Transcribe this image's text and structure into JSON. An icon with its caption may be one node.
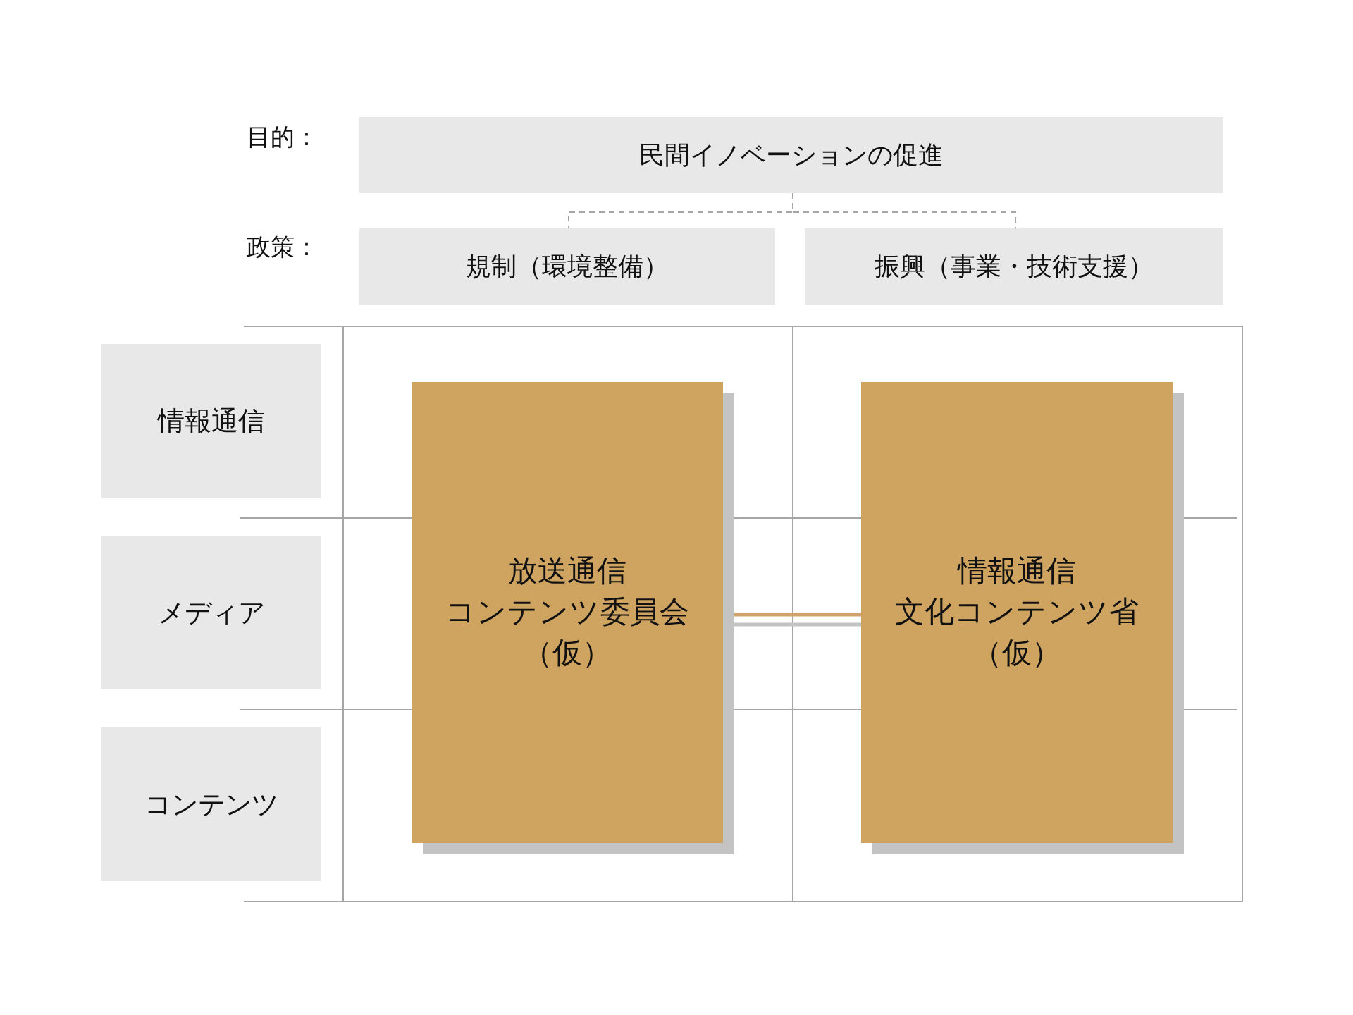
{
  "diagram": {
    "nodes": [
      {
        "text": [
          "民間イノベーションの促進"
        ]
      },
      {
        "text": [
          "規制（環境整備）"
        ]
      },
      {
        "text": [
          "振興（事業・技術支援）"
        ]
      },
      {
        "text": [
          "情報通信"
        ]
      },
      {
        "text": [
          "メディア"
        ]
      },
      {
        "text": [
          "コンテンツ"
        ]
      },
      {
        "text": [
          "放送通信コンテンツ委員会（仮）"
        ]
      },
      {
        "text": [
          "情報通信文化コンテンツ省（仮）"
        ]
      }
    ],
    "edges": [
      {
        "from": 0,
        "to": 1,
        "arrow": "none",
        "style": "dashed"
      },
      {
        "from": 0,
        "to": 2,
        "arrow": "none",
        "style": "dashed"
      },
      {
        "from": 6,
        "to": 7,
        "arrow": "none",
        "style": "thick",
        "color": "#d4a36a"
      }
    ],
    "labels": [
      "目的：",
      "政策："
    ]
  }
}
